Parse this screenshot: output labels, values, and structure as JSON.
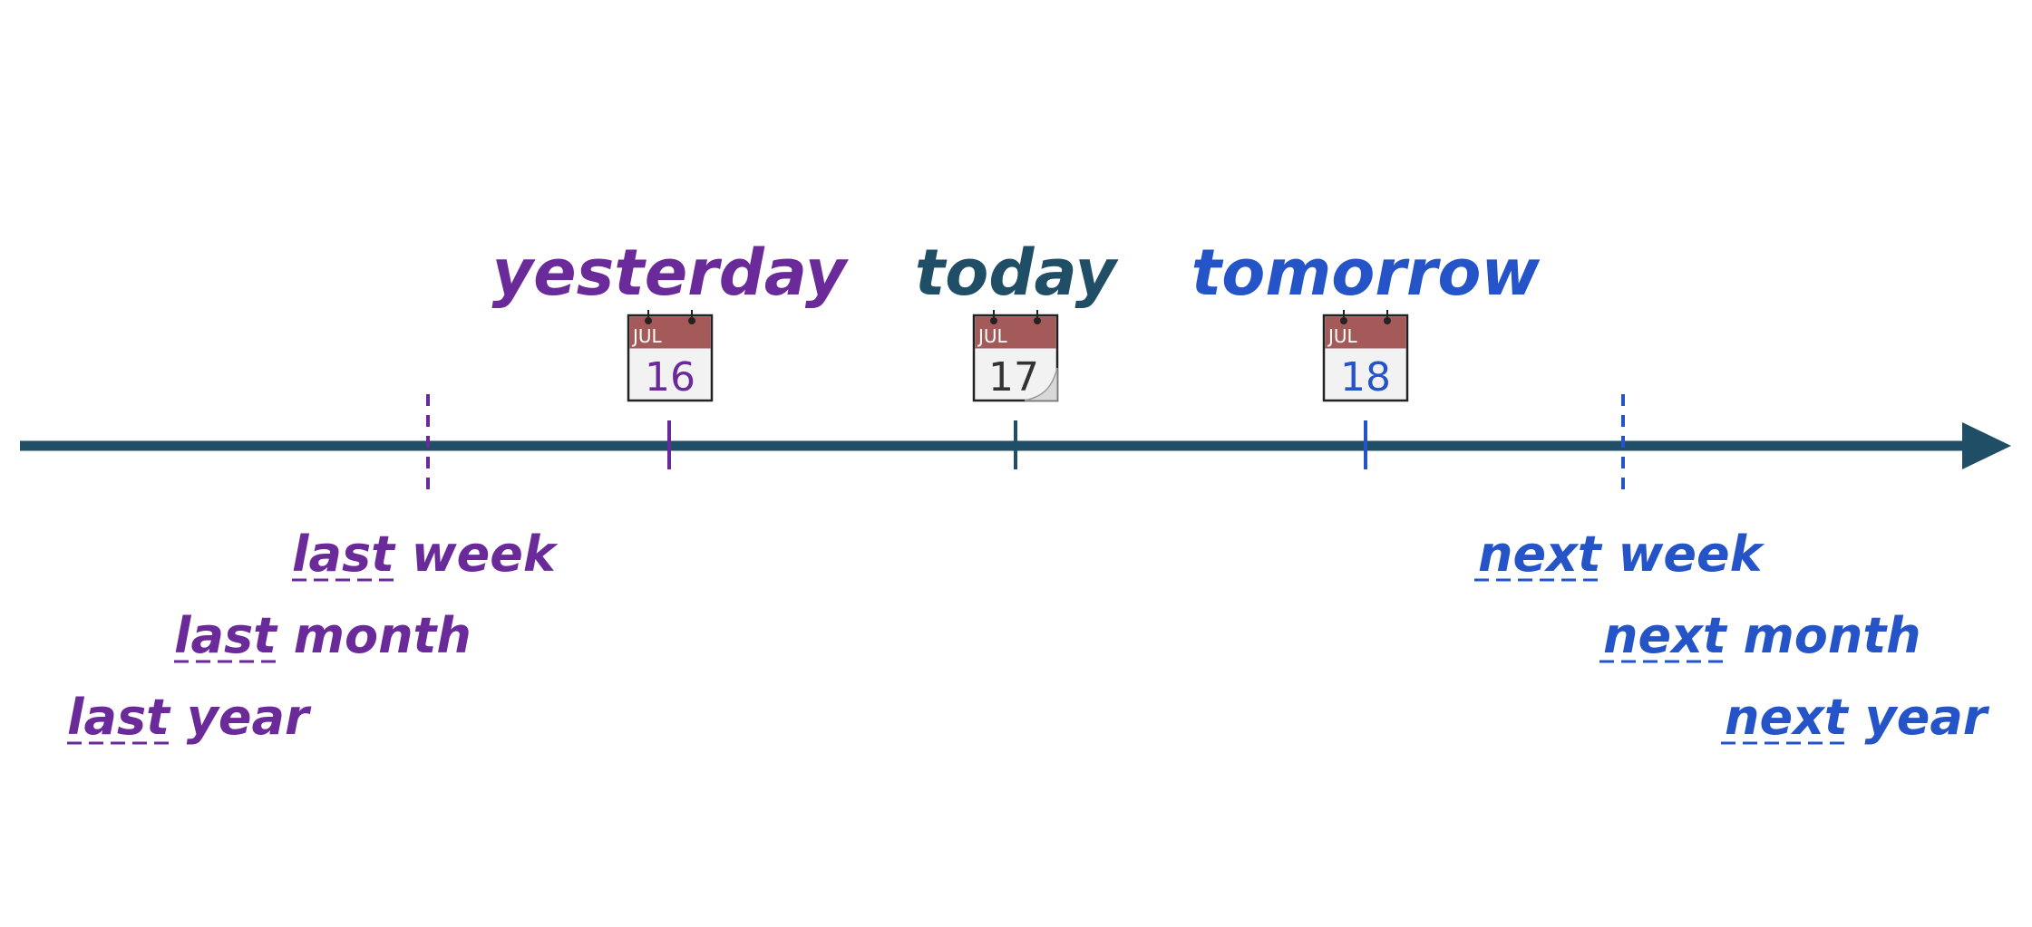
{
  "colors": {
    "past": "#6a2a9a",
    "present": "#1f4e66",
    "future": "#2454c8",
    "calendar_header": "#a55a5a",
    "calendar_body": "#f2f2f2"
  },
  "days": {
    "yesterday": "yesterday",
    "today": "today",
    "tomorrow": "tomorrow"
  },
  "calendars": {
    "month": "JUL",
    "yesterday_day": "16",
    "today_day": "17",
    "tomorrow_day": "18"
  },
  "past": {
    "prefix": "last",
    "week": "week",
    "month": "month",
    "year": "year"
  },
  "future": {
    "prefix": "next",
    "week": "week",
    "month": "month",
    "year": "year"
  }
}
